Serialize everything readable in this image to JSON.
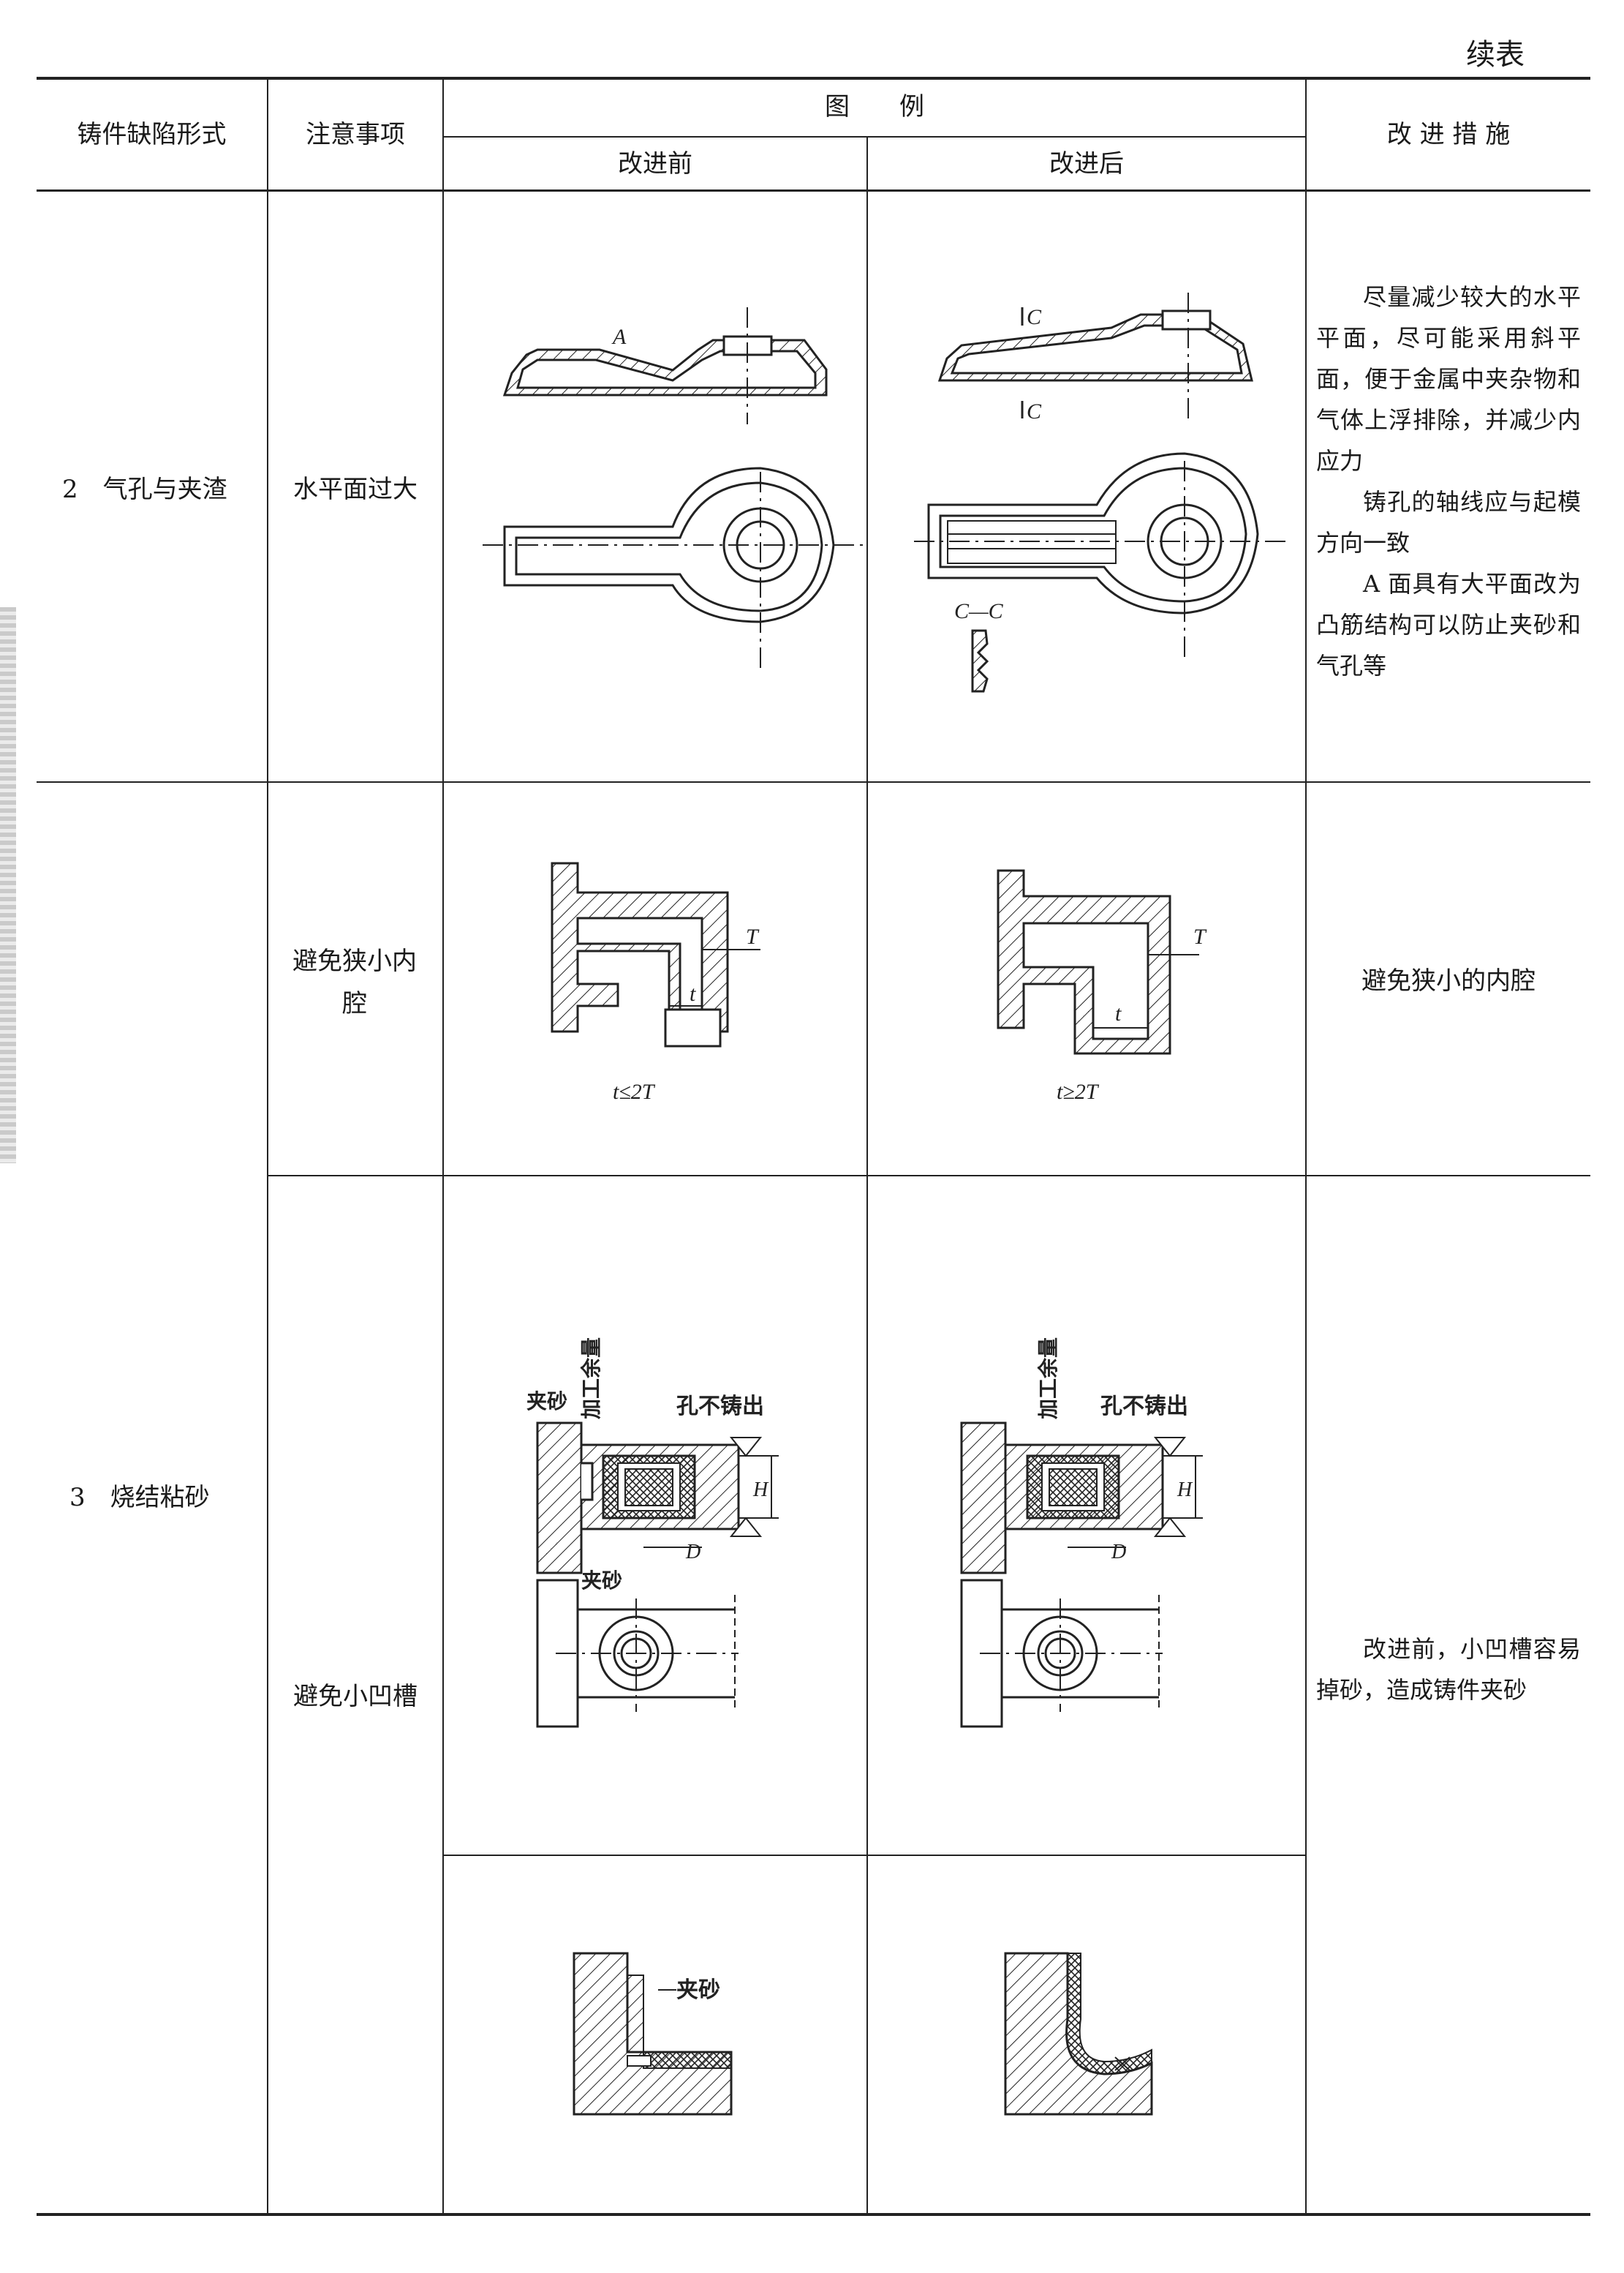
{
  "page": {
    "continued_label": "续表"
  },
  "table": {
    "headers": {
      "defect": "铸件缺陷形式",
      "notes": "注意事项",
      "illustration": "图　　例",
      "before": "改进前",
      "after": "改进后",
      "measures": "改 进 措 施"
    },
    "rows": [
      {
        "defect": "2　气孔与夹渣",
        "note": "水平面过大",
        "measure_lines": [
          "尽量减少较大的水平平面，尽可能采用斜平面，便于金属中夹杂物和气体上浮排除，并减少内应力",
          "铸孔的轴线应与起模方向一致",
          "A 面具有大平面改为凸筋结构可以防止夹砂和气孔等"
        ],
        "fig_before": {
          "label_a": "A"
        },
        "fig_after": {
          "label_c_top": "C",
          "label_c_bottom": "C",
          "label_section": "C—C"
        }
      },
      {
        "defect": "3　烧结粘砂",
        "note": "避免狭小内腔",
        "measure": "避免狭小的内腔",
        "fig_before": {
          "label_T": "T",
          "label_t": "t",
          "caption": "t≤2T"
        },
        "fig_after": {
          "label_T": "T",
          "label_t": "t",
          "caption": "t≥2T"
        }
      },
      {
        "note": "避免小凹槽",
        "measure": "改进前，小凹槽容易掉砂，造成铸件夹砂",
        "fig_before": {
          "label_allowance": "加工余量",
          "label_sand_top": "夹砂",
          "label_hole": "孔不铸出",
          "label_H": "H",
          "label_D": "D",
          "label_sand_bottom": "夹砂"
        },
        "fig_after": {
          "label_allowance": "加工余量",
          "label_hole": "孔不铸出",
          "label_H": "H",
          "label_D": "D"
        }
      },
      {
        "fig_before": {
          "label_sand": "夹砂"
        }
      }
    ]
  }
}
